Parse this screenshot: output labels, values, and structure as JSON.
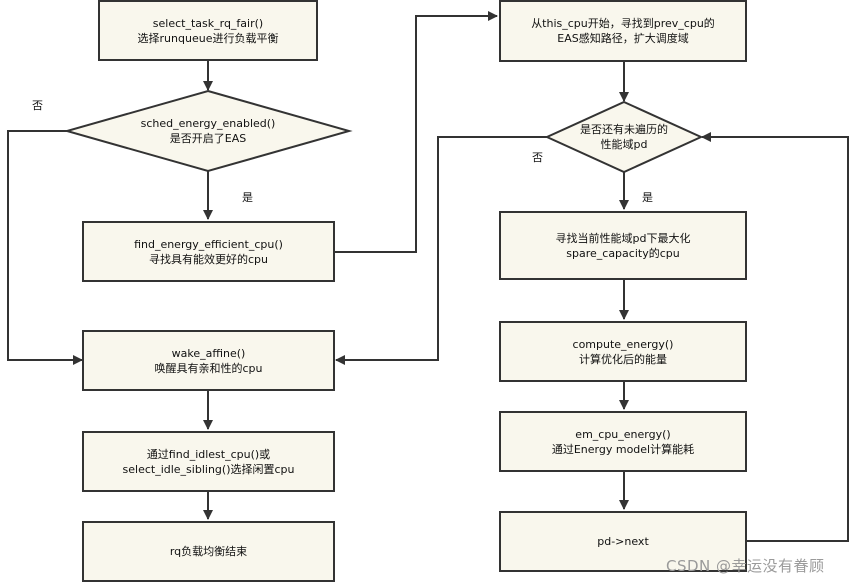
{
  "nodes": {
    "select_task": [
      "select_task_rq_fair()",
      "选择runqueue进行负载平衡"
    ],
    "sched_energy": [
      "sched_energy_enabled()",
      "是否开启了EAS"
    ],
    "find_energy": [
      "find_energy_efficient_cpu()",
      "寻找具有能效更好的cpu"
    ],
    "wake_affine": [
      "wake_affine()",
      "唤醒具有亲和性的cpu"
    ],
    "find_idlest": [
      "通过find_idlest_cpu()或",
      "select_idle_sibling()选择闲置cpu"
    ],
    "rq_end": [
      "rq负载均衡结束"
    ],
    "from_this_cpu": [
      "从this_cpu开始，寻找到prev_cpu的",
      "EAS感知路径，扩大调度域"
    ],
    "pd_remaining": [
      "是否还有未遍历的",
      "性能域pd"
    ],
    "find_max_spare": [
      "寻找当前性能域pd下最大化",
      "spare_capacity的cpu"
    ],
    "compute_energy": [
      "compute_energy()",
      "计算优化后的能量"
    ],
    "em_cpu_energy": [
      "em_cpu_energy()",
      "通过Energy model计算能耗"
    ],
    "pd_next": [
      "pd->next"
    ]
  },
  "edge_labels": {
    "no_left": "否",
    "yes_left": "是",
    "no_right": "否",
    "yes_right": "是"
  },
  "watermark": "CSDN @幸运没有眷顾",
  "colors": {
    "box_fill": "#f9f7ed",
    "line": "#333333"
  }
}
